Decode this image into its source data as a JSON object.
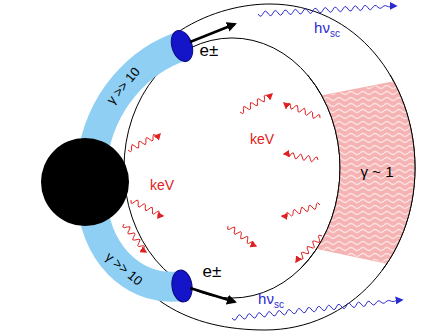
{
  "diagram": {
    "nodes": [
      {
        "text": [
          "γ ~ 1"
        ]
      }
    ],
    "labels": [
      "γ >> 10",
      "γ >> 10",
      "e±",
      "e±",
      "hν",
      "sc",
      "hν",
      "sc",
      "keV",
      "keV"
    ]
  }
}
